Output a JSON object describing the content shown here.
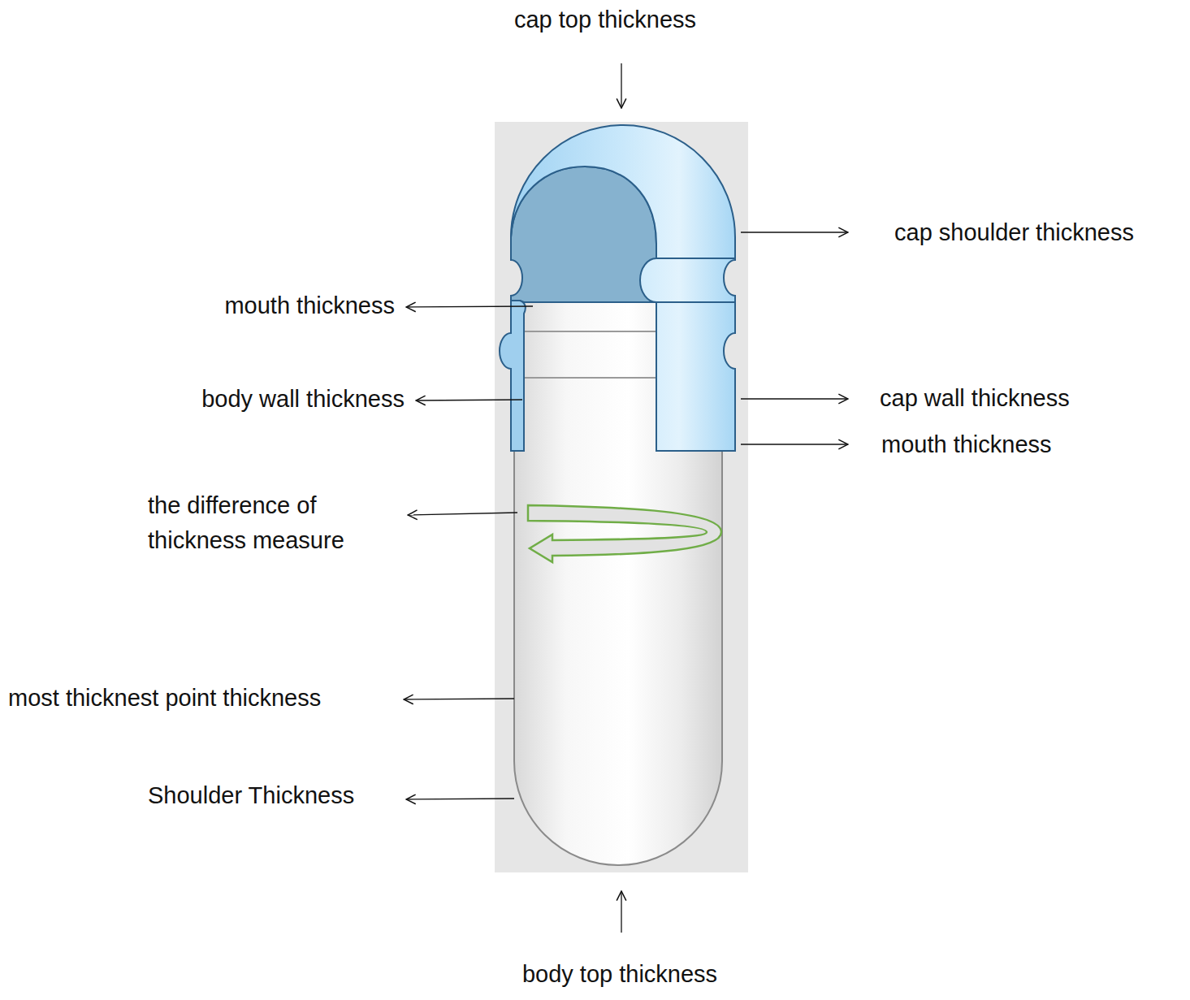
{
  "diagram": {
    "labels": [
      "cap top thickness",
      "cap shoulder thickness",
      "mouth thickness",
      "body wall thickness",
      "cap wall thickness",
      "mouth thickness",
      "the difference of thickness measure",
      "most thicknest point thickness",
      "Shoulder Thickness",
      "body top thickness"
    ]
  }
}
